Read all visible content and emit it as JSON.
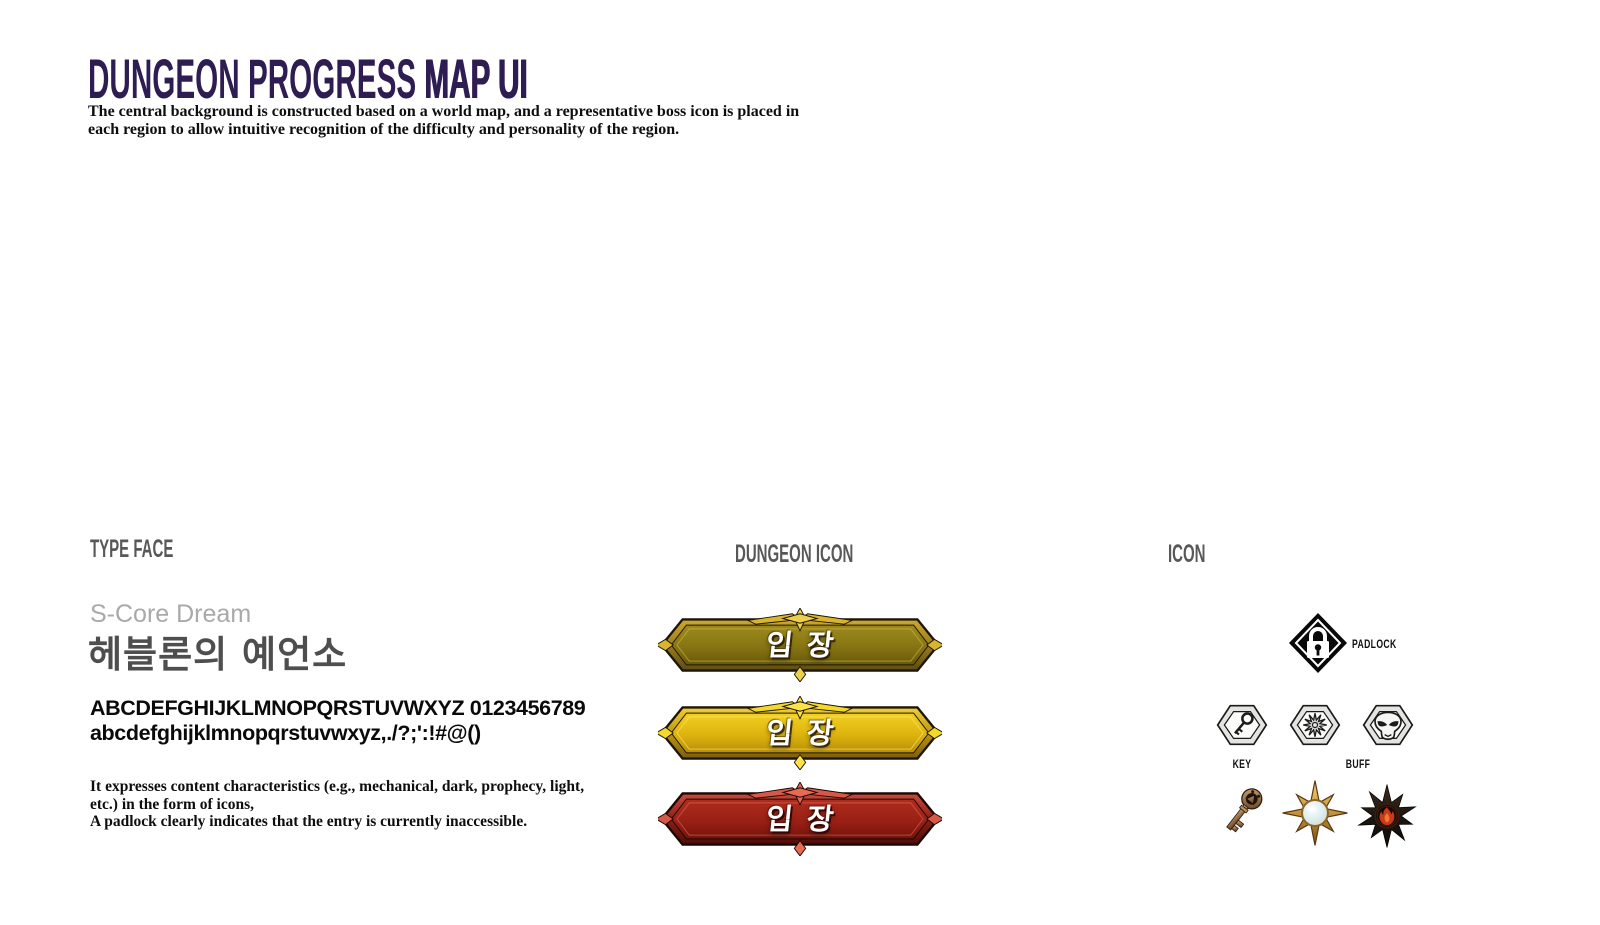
{
  "page": {
    "title": {
      "regular": "DUNGEON PROGRESS",
      "bold": "MAP UI"
    },
    "description": "The central background is constructed based on a world map, and a representative boss icon is placed in each region to allow intuitive recognition of the difficulty and personality of the region."
  },
  "typeface_section": {
    "header": "TYPE FACE",
    "font_name": "S-Core Dream",
    "korean_sample": "헤블론의 예언소",
    "glyph_sample_upper": "ABCDEFGHIJKLMNOPQRSTUVWXYZ 0123456789",
    "glyph_sample_lower": "abcdefghijklmnopqrstuvwxyz,./?;':!#@()",
    "note_line1": "It expresses content characteristics (e.g., mechanical, dark, prophecy, light, etc.) in the form of icons,",
    "note_line2": "A padlock clearly indicates that the entry is currently inaccessible."
  },
  "dungeon_icon_section": {
    "header": "DUNGEON ICON",
    "banners": [
      {
        "style": "olive-gold",
        "label": "입장"
      },
      {
        "style": "bright-gold",
        "label": "입장"
      },
      {
        "style": "red",
        "label": "입장"
      }
    ]
  },
  "icon_section": {
    "header": "ICON",
    "padlock_label": "PADLOCK",
    "key_label": "KEY",
    "buff_label": "BUFF",
    "icon_names": [
      "padlock-diamond",
      "key-hexagon",
      "sunburst-hexagon",
      "demon-hexagon",
      "bronze-key",
      "gold-sun-opal",
      "dark-flame-star"
    ]
  },
  "colors": {
    "title": "#2e1d52",
    "section_header": "#585858",
    "font_name_gray": "#a9a9a9",
    "korean_gray": "#4e4e4e",
    "banner_olive": "#8b7a15",
    "banner_gold": "#e0b713",
    "banner_red": "#a2231b",
    "banner_text": "#ffffff",
    "flame_red": "#d0431d",
    "sun_gold": "#d8a94e"
  }
}
